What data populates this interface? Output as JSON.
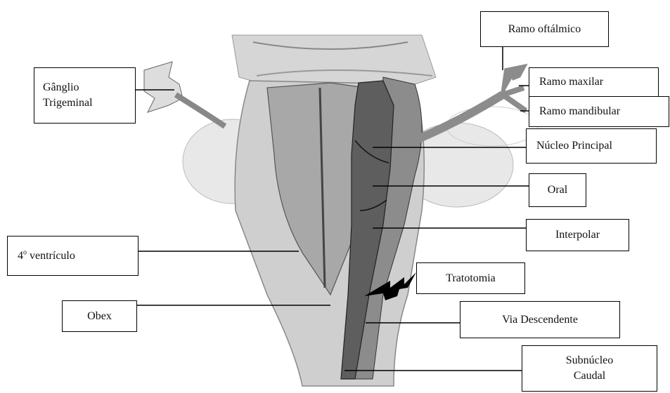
{
  "labels": {
    "ganglio_line1": "Gânglio",
    "ganglio_line2": "Trigeminal",
    "ramo_oftalmico": "Ramo oftálmico",
    "ramo_maxilar": "Ramo maxilar",
    "ramo_mandibular": "Ramo mandibular",
    "nucleo_principal": "Núcleo Principal",
    "oral": "Oral",
    "interpolar": "Interpolar",
    "ventriculo_num": "4",
    "ventriculo_sup": "o",
    "ventriculo_text": " ventrículo",
    "tratotomia": "Tratotomia",
    "obex": "Obex",
    "via_descendente": "Via Descendente",
    "subnucleo_line1": "Subnúcleo",
    "subnucleo_line2": "Caudal"
  },
  "colors": {
    "nucleus_fill": "#5e5e5e",
    "tract_fill": "#8c8c8c",
    "brainstem_fill": "#c9c9c9",
    "cerebellum_fill": "#e6e6e6",
    "line_color": "#000000"
  }
}
